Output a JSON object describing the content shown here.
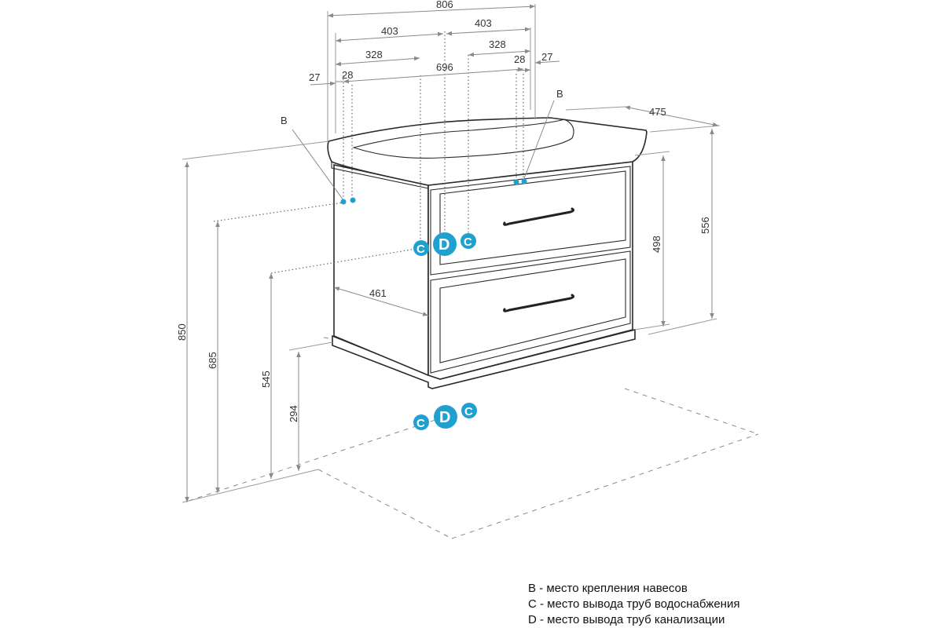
{
  "dimensions": {
    "total_width": "806",
    "half_left": "403",
    "half_right": "403",
    "offset_left": "328",
    "offset_right": "328",
    "hole_spacing": "696",
    "hole_edge_left": "28",
    "hole_edge_right": "28",
    "edge_left": "27",
    "edge_right": "27",
    "top_depth": "475",
    "body_depth": "461",
    "height_total": "850",
    "height_685": "685",
    "height_545": "545",
    "height_294": "294",
    "front_height": "498",
    "side_height": "556"
  },
  "markers": {
    "b_left": "B",
    "b_right": "B",
    "c": "C",
    "d": "D"
  },
  "colors": {
    "marker": "#1fa0d0",
    "outline": "#2a2a2a",
    "dimension": "#8a8a8a"
  },
  "legend": [
    "B - место крепления навесов",
    "C - место вывода труб водоснабжения",
    "D - место вывода труб канализации"
  ]
}
